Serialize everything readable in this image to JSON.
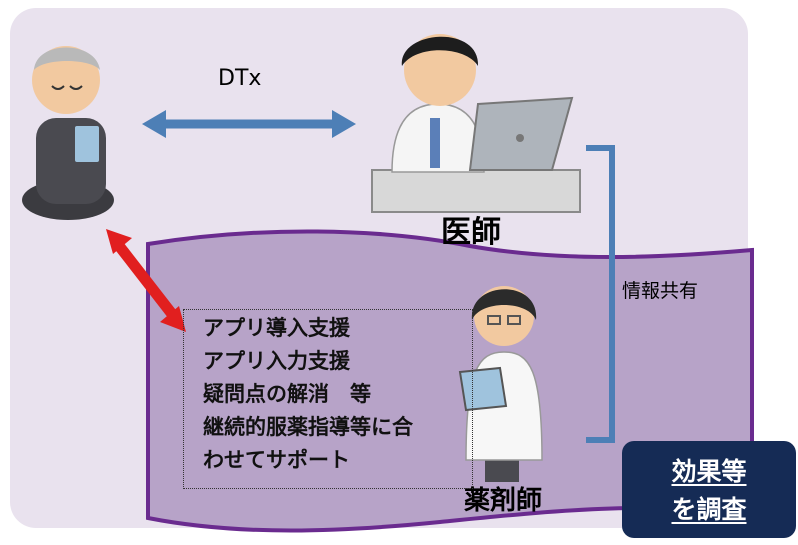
{
  "labels": {
    "dtx": "DTx",
    "doctor": "医師",
    "info_share": "情報共有",
    "pharmacist": "薬剤師"
  },
  "support_items": [
    "アプリ導入支援",
    "アプリ入力支援",
    "疑問点の解消　等",
    "継続的服薬指導等に合",
    "わせてサポート"
  ],
  "badge": {
    "line1": "効果等",
    "line2": "を調査"
  },
  "colors": {
    "panel": "#e9e2ee",
    "banner_fill": "#b7a3c8",
    "banner_border": "#6a2b8f",
    "dtx_arrow": "#4d7fb6",
    "patient_arrow": "#e11f1f",
    "bracket": "#4d7fb6",
    "badge_bg": "#152b55"
  }
}
